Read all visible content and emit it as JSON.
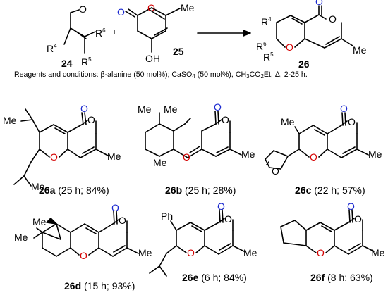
{
  "scheme": {
    "reactant_24": "24",
    "reactant_25": "25",
    "product_26": "26",
    "plus": "+",
    "r4": "R",
    "r4_sup": "4",
    "r5": "R",
    "r5_sup": "5",
    "r6": "R",
    "r6_sup": "6",
    "o": "O",
    "oh": "OH",
    "me": "Me"
  },
  "conditions": {
    "prefix": "Reagents and conditions: ",
    "beta": "β",
    "alanine": "-alanine (50 mol%); CaSO",
    "so4_sub": "4",
    "mid": " (50 mol%), CH",
    "ch3_sub": "3",
    "co2": "CO",
    "co2_sub": "2",
    "tail": "Et, Δ, 2-25 h."
  },
  "compounds": [
    {
      "id": "26a",
      "detail": " (25 h; 84%)"
    },
    {
      "id": "26b",
      "detail": " (25 h; 28%)"
    },
    {
      "id": "26c",
      "detail": " (22 h; 57%)"
    },
    {
      "id": "26d",
      "detail": " (15 h; 93%)"
    },
    {
      "id": "26e",
      "detail": " (6 h; 84%)"
    },
    {
      "id": "26f",
      "detail": " (8 h; 63%)"
    }
  ],
  "labels": {
    "me": "Me",
    "ph": "Ph",
    "o": "O"
  },
  "colors": {
    "ring_oxygen": "#d40000",
    "carbonyl_oxygen": "#1a28d0",
    "bond": "#000000"
  }
}
